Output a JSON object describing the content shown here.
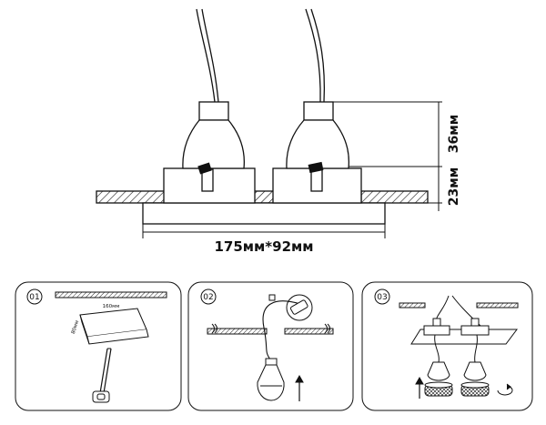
{
  "dimensions": {
    "width_label": "175мм*92мм",
    "lamp_height_label": "36мм",
    "frame_height_label": "23мм"
  },
  "steps": [
    {
      "number": "01",
      "length_label": "160мм",
      "width_label": "80мм"
    },
    {
      "number": "02"
    },
    {
      "number": "03"
    }
  ],
  "colors": {
    "line": "#111111",
    "hatch": "#111111",
    "background": "#ffffff"
  }
}
